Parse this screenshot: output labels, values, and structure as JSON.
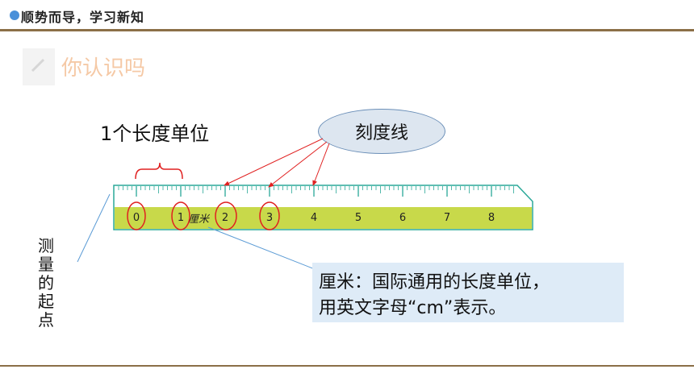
{
  "header": {
    "title": "顺势而导，学习新知"
  },
  "section": {
    "title": "你认识吗"
  },
  "labels": {
    "unit": "1个长度单位",
    "tick_marks": "刻度线",
    "measure_start_chars": [
      "测",
      "量",
      "的",
      "起",
      "点"
    ]
  },
  "ruler": {
    "numbers": [
      "0",
      "1",
      "2",
      "3",
      "4",
      "5",
      "6",
      "7",
      "8"
    ],
    "unit_text": "厘米"
  },
  "definition": {
    "line1": "厘米：国际通用的长度单位，",
    "line2": "用英文字母“cm”表示。"
  },
  "colors": {
    "accent_brown": "#8b6f47",
    "ruler_yellow": "#c8d94a",
    "ruler_teal": "#2aa898",
    "circle_red": "#e02020",
    "def_bg": "#deebf7",
    "section_title": "#f5c9a6"
  }
}
